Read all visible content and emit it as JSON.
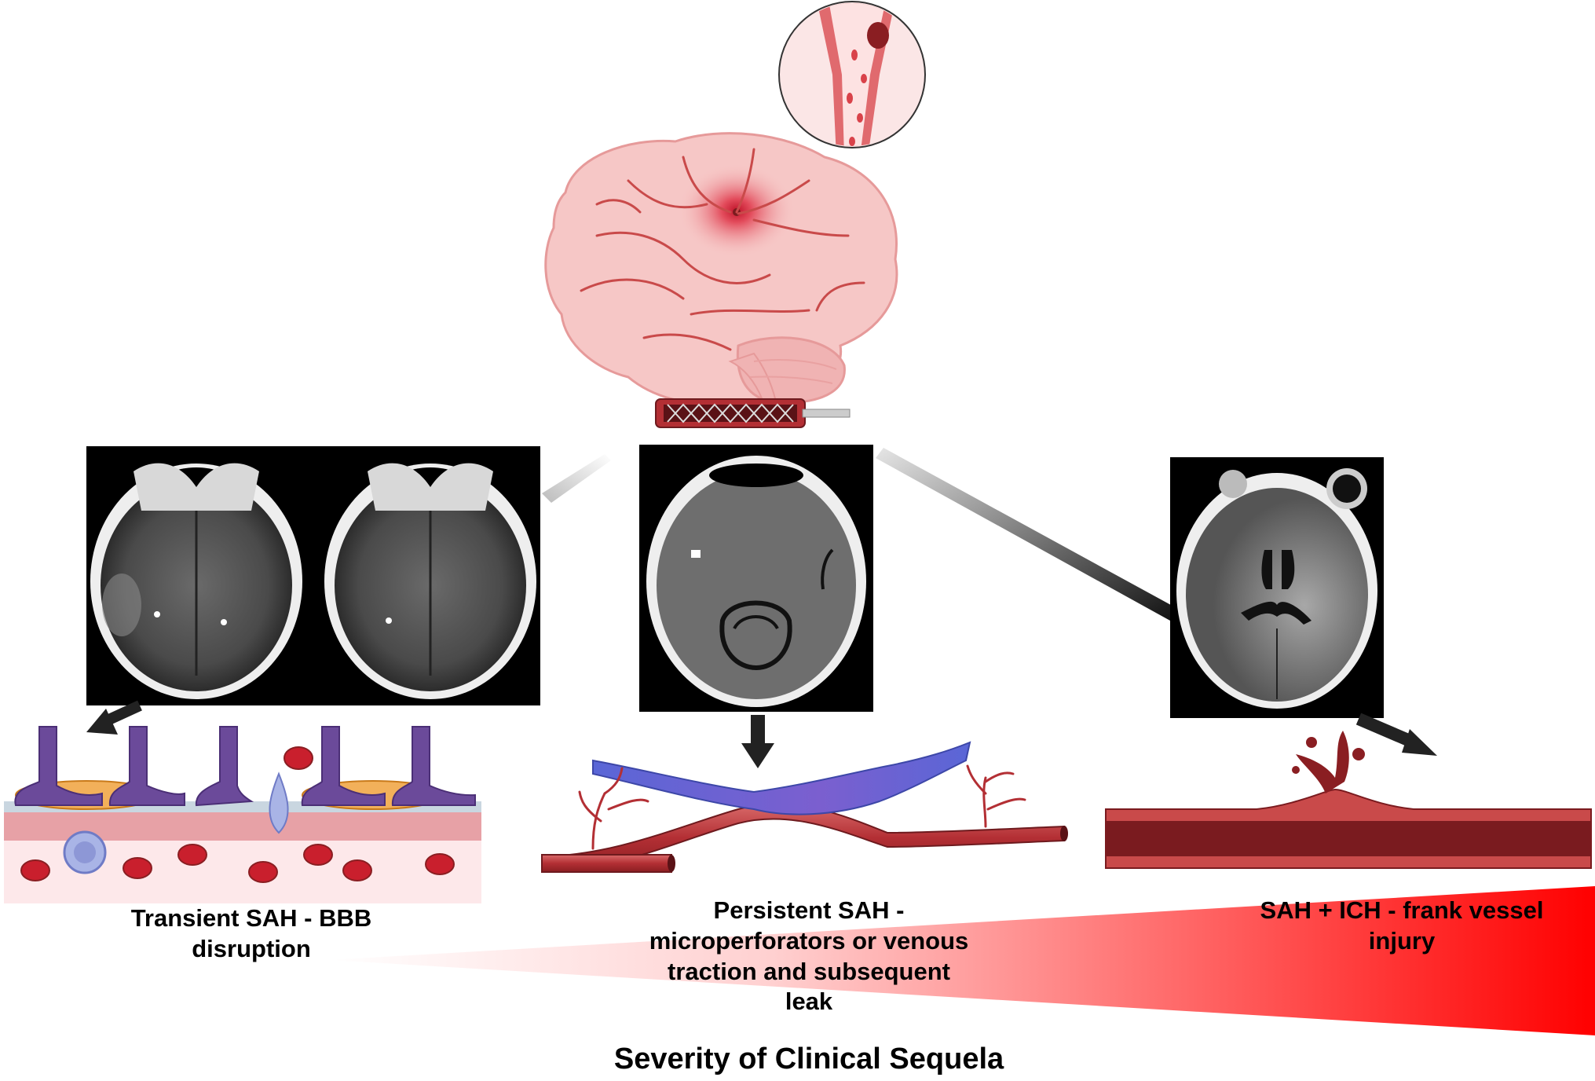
{
  "labels": {
    "transient": "Transient SAH - BBB disruption",
    "persistent": "Persistent SAH - microperforators or venous traction and subsequent leak",
    "sah_ich": "SAH + ICH - frank vessel injury",
    "axis": "Severity of Clinical Sequela"
  },
  "colors": {
    "brain_fill": "#f6c7c6",
    "brain_vessel": "#c94a4a",
    "vessel_red": "#b32f34",
    "vessel_dark": "#7a1b1f",
    "vein_blue": "#5a66d6",
    "severity_red": "#ff0000",
    "ct_black": "#000000"
  },
  "icons": {
    "brain": "brain-illustration",
    "stent": "stent-catheter-icon",
    "magnifier": "vessel-magnifier-icon",
    "ct_scan": "ct-scan-image"
  }
}
